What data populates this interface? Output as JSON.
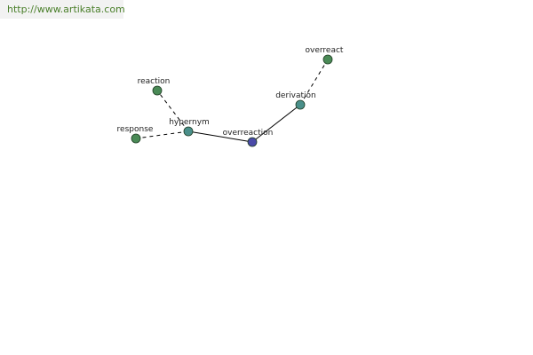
{
  "url": "http://www.artikata.com",
  "colors": {
    "leaf_node": "#4a8a56",
    "relation_node": "#4a8f8a",
    "center_node": "#4a4aa8",
    "edge": "#000000",
    "url_text": "#4a7f2a"
  },
  "graph": {
    "center": "overreaction",
    "nodes": [
      {
        "id": "overreaction",
        "label": "overreaction",
        "kind": "center"
      },
      {
        "id": "hypernym",
        "label": "hypernym",
        "kind": "relation"
      },
      {
        "id": "derivation",
        "label": "derivation",
        "kind": "relation"
      },
      {
        "id": "reaction",
        "label": "reaction",
        "kind": "leaf"
      },
      {
        "id": "response",
        "label": "response",
        "kind": "leaf"
      },
      {
        "id": "overreact",
        "label": "overreact",
        "kind": "leaf"
      }
    ],
    "edges": [
      {
        "from": "overreaction",
        "to": "hypernym",
        "style": "solid"
      },
      {
        "from": "overreaction",
        "to": "derivation",
        "style": "solid"
      },
      {
        "from": "hypernym",
        "to": "reaction",
        "style": "dashed"
      },
      {
        "from": "hypernym",
        "to": "response",
        "style": "dashed"
      },
      {
        "from": "derivation",
        "to": "overreact",
        "style": "dashed"
      }
    ]
  }
}
